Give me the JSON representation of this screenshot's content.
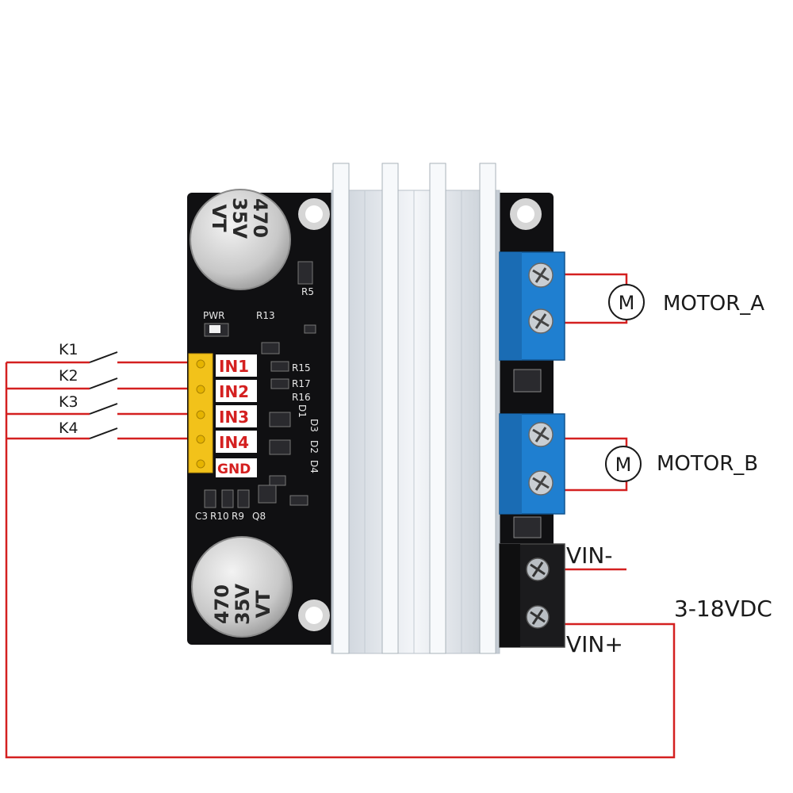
{
  "switches": [
    {
      "label": "K1"
    },
    {
      "label": "K2"
    },
    {
      "label": "K3"
    },
    {
      "label": "K4"
    }
  ],
  "header_pins": [
    "IN1",
    "IN2",
    "IN3",
    "IN4",
    "GND"
  ],
  "outputs": {
    "motor_a": {
      "symbol": "M",
      "label": "MOTOR_A"
    },
    "motor_b": {
      "symbol": "M",
      "label": "MOTOR_B"
    }
  },
  "power": {
    "vin_minus": "VIN-",
    "vin_plus": "VIN+",
    "voltage_range": "3-18VDC"
  },
  "board": {
    "capacitor_top": [
      "470",
      "35V",
      "VT"
    ],
    "capacitor_bottom": [
      "470",
      "35V",
      "VT"
    ],
    "silkscreen": [
      "PWR",
      "R13",
      "R5",
      "R15",
      "R17",
      "R16",
      "D1",
      "D3",
      "D2",
      "D4",
      "C3",
      "R10",
      "R9",
      "Q8"
    ]
  },
  "colors": {
    "wire": "#d42020",
    "pcb": "#101012",
    "terminal_blue": "#1f7fd0",
    "terminal_black": "#1b1b1d",
    "heatsink": "#dde3ea",
    "header": "#f2c21a"
  }
}
